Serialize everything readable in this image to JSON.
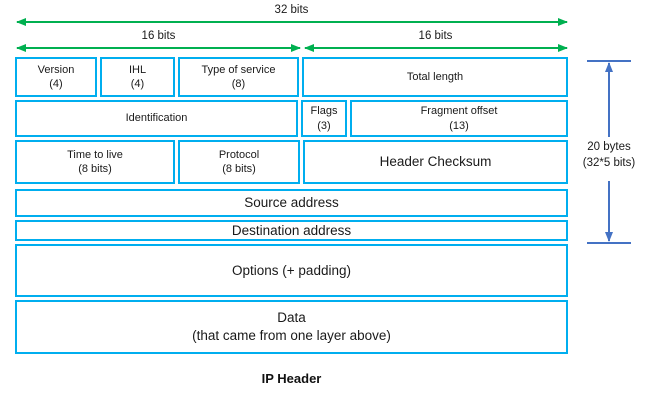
{
  "colors": {
    "border": "#00AEEF",
    "green": "#00B050",
    "blue": "#4472C4",
    "text": "#1a1a1a"
  },
  "diagram": {
    "caption": "IP Header",
    "top_measures": {
      "bits32": "32 bits",
      "bits16_left": "16 bits",
      "bits16_right": "16 bits"
    },
    "side_measure": {
      "line1": "20 bytes",
      "line2": "(32*5 bits)"
    },
    "rows": [
      {
        "cells": [
          {
            "label": "Version",
            "sub": "(4)"
          },
          {
            "label": "IHL",
            "sub": "(4)"
          },
          {
            "label": "Type of service",
            "sub": "(8)"
          },
          {
            "label": "Total length"
          }
        ]
      },
      {
        "cells": [
          {
            "label": "Identification"
          },
          {
            "label": "Flags",
            "sub": "(3)"
          },
          {
            "label": "Fragment offset",
            "sub": "(13)"
          }
        ]
      },
      {
        "cells": [
          {
            "label": "Time to live",
            "sub": "(8 bits)"
          },
          {
            "label": "Protocol",
            "sub": "(8 bits)"
          },
          {
            "label": "Header Checksum"
          }
        ]
      },
      {
        "cells": [
          {
            "label": "Source address"
          }
        ]
      },
      {
        "cells": [
          {
            "label": "Destination address"
          }
        ]
      },
      {
        "cells": [
          {
            "label": "Options (+ padding)"
          }
        ]
      },
      {
        "cells": [
          {
            "label": "Data",
            "sub": "(that came from one layer above)"
          }
        ]
      }
    ]
  }
}
